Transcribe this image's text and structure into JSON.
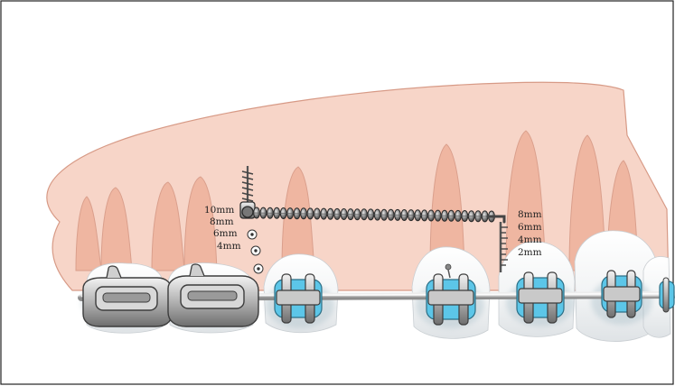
{
  "diagram": {
    "screw_depth_labels": [
      "10mm",
      "8mm",
      "6mm",
      "4mm"
    ],
    "hook_height_labels": [
      "8mm",
      "6mm",
      "4mm",
      "2mm"
    ]
  },
  "colors": {
    "gingiva": "#f7d5c8",
    "gingiva_outline": "#d79a86",
    "root": "#efb39d",
    "tooth": "#f4f6f7",
    "bracket_blue": "#5cc6e8",
    "metal": "#9c9c9c",
    "metal_dark": "#505050",
    "archwire": "#b8b8b8"
  }
}
